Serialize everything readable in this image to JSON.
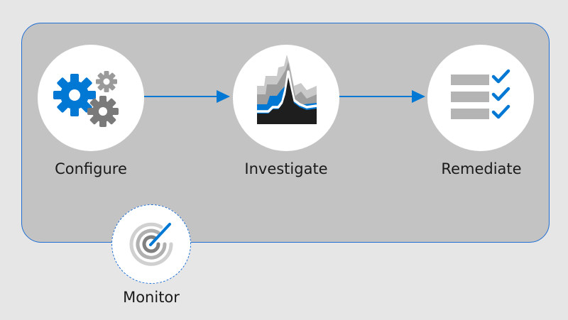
{
  "colors": {
    "accent": "#0078d4",
    "panel_fill": "#c3c3c3",
    "panel_border": "#1f6ed4",
    "icon_gray": "#8a8a8a",
    "icon_dark": "#1e1e1e"
  },
  "steps": [
    {
      "label": "Configure",
      "icon": "gears-icon"
    },
    {
      "label": "Investigate",
      "icon": "spectrum-chart-icon"
    },
    {
      "label": "Remediate",
      "icon": "checklist-icon"
    }
  ],
  "monitor": {
    "label": "Monitor",
    "icon": "radar-icon"
  }
}
